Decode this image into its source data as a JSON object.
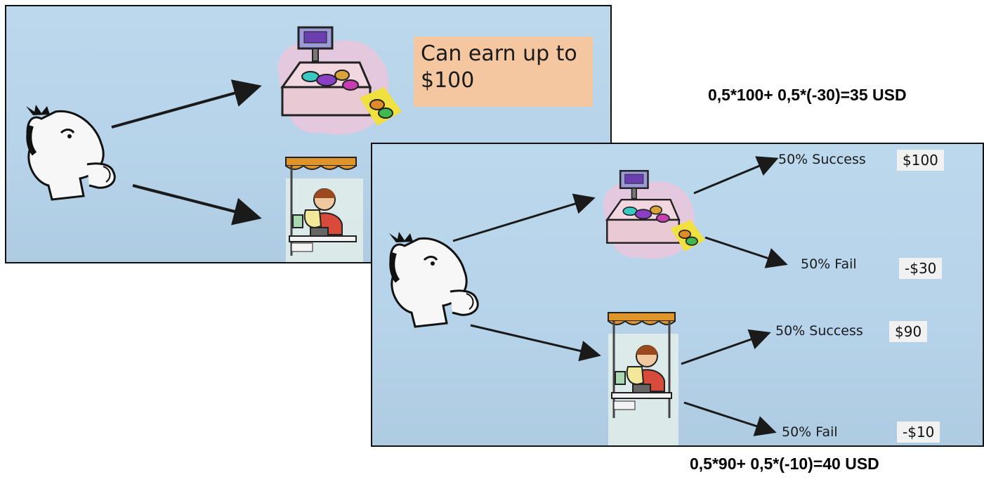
{
  "panel_top": {
    "note": "Can earn up to $100"
  },
  "panel_bottom": {
    "branches": [
      {
        "label": "50% Success",
        "value": "$100"
      },
      {
        "label": "50% Fail",
        "value": "-$30"
      },
      {
        "label": "50% Success",
        "value": "$90"
      },
      {
        "label": "50% Fail",
        "value": "-$10"
      }
    ]
  },
  "formulas": {
    "candy": "0,5*100+ 0,5*(-30)=35 USD",
    "stand": "0,5*90+ 0,5*(-10)=40 USD"
  },
  "colors": {
    "panel_bg": "#b6d3ea",
    "note_bg": "#f4c7a1",
    "value_box_bg": "#f1f1f1",
    "arrow": "#1a1a1a"
  }
}
